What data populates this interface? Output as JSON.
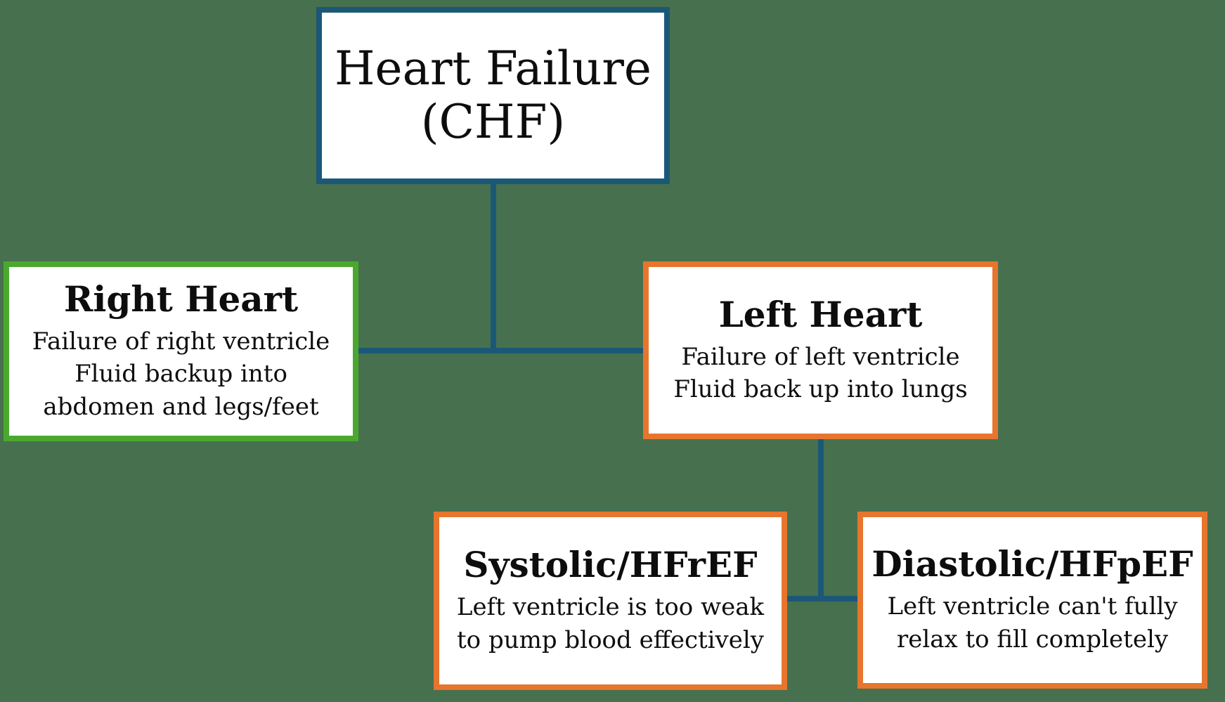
{
  "colors": {
    "background": "#47704F",
    "connector_teal": "#1B5878",
    "chf_border_teal": "#1B5878",
    "right_heart_border_green": "#4BA82E",
    "left_heart_border_orange": "#E7752D",
    "systolic_border_orange": "#E7752D",
    "diastolic_border_orange": "#E7752D",
    "box_background": "#FFFFFF",
    "text": "#0D0D0D"
  },
  "nodes": {
    "chf": {
      "title": "Heart Failure\n(CHF)"
    },
    "right_heart": {
      "title": "Right Heart",
      "body": "Failure of right ventricle\nFluid backup into\nabdomen and legs/feet"
    },
    "left_heart": {
      "title": "Left Heart",
      "body": "Failure of left ventricle\nFluid back up into lungs"
    },
    "systolic": {
      "title": "Systolic/HFrEF",
      "body": "Left ventricle is too weak\nto pump blood effectively"
    },
    "diastolic": {
      "title": "Diastolic/HFpEF",
      "body": "Left ventricle can't fully\nrelax to fill completely"
    }
  }
}
